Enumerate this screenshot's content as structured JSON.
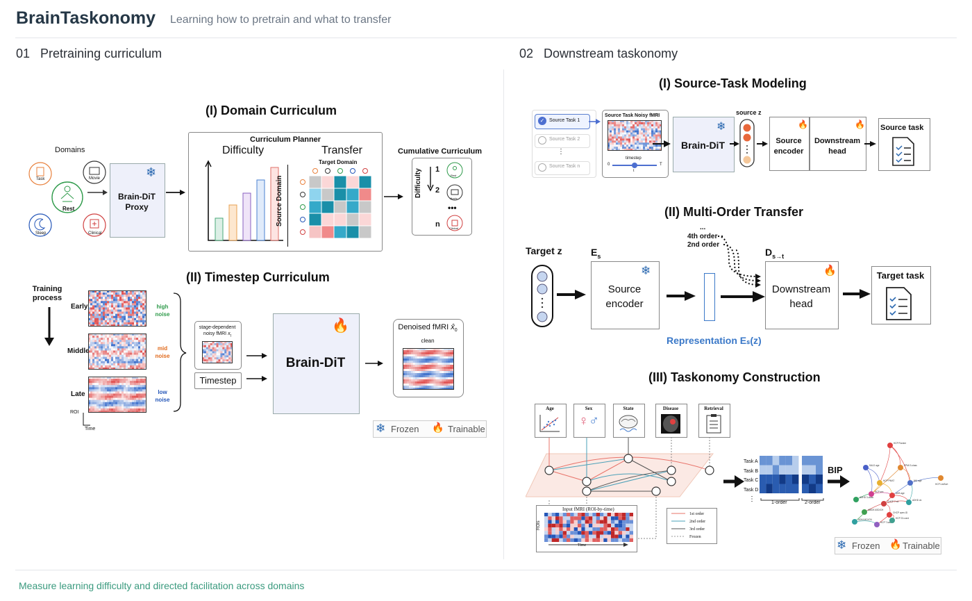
{
  "header": {
    "title": "BrainTaskonomy",
    "subtitle": "Learning how to pretrain and what to transfer"
  },
  "sections": {
    "left": {
      "num": "01",
      "label": "Pretraining curriculum"
    },
    "right": {
      "num": "02",
      "label": "Downstream taskonomy"
    }
  },
  "domain_curriculum": {
    "title": "(I) Domain Curriculum",
    "domains_label": "Domains",
    "domains": [
      "Task",
      "Movie",
      "Rest",
      "Sleep",
      "Clinical"
    ],
    "proxy_label_1": "Brain-DiT",
    "proxy_label_2": "Proxy",
    "planner_title": "Curriculum Planner",
    "difficulty_label": "Difficulty",
    "transfer_label": "Transfer",
    "target_domain_label": "Target Domain",
    "source_domain_label": "Source Domain",
    "cumulative_title": "Cumulative Curriculum",
    "cum_difficulty": "Difficulty",
    "cum_steps": [
      "1",
      "2",
      "n"
    ],
    "cum_dots": "•••",
    "cum_items": [
      "Rest",
      "Movie",
      "Clinical"
    ]
  },
  "timestep_curriculum": {
    "title": "(II) Timestep Curriculum",
    "training_process": "Training process",
    "stages": [
      "Early",
      "Middle",
      "Late"
    ],
    "noise_levels": [
      {
        "line1": "high",
        "line2": "noise",
        "color": "#2e9a4a"
      },
      {
        "line1": "mid",
        "line2": "noise",
        "color": "#e06a1c"
      },
      {
        "line1": "low",
        "line2": "noise",
        "color": "#2456b8"
      }
    ],
    "roi": "ROI",
    "time": "Time",
    "stage_noisy_1": "stage-dependent",
    "stage_noisy_2": "noisy fMRI",
    "stage_noisy_var": "x",
    "stage_noisy_sub": "t",
    "timestep_label": "Timestep",
    "model_label": "Brain-DiT",
    "denoised_label": "Denoised fMRI",
    "denoised_var": "x̂",
    "denoised_sub": "0",
    "clean_label": "clean"
  },
  "legend_left": {
    "frozen": "Frozen",
    "trainable": "Trainable"
  },
  "source_task": {
    "title": "(I) Source-Task Modeling",
    "tasks": [
      "Source Task 1",
      "Source Task 2",
      "Source Task n"
    ],
    "task_dots": "⋮",
    "noisy_label": "Source Task Noisy fMRI",
    "timestep": "timestep",
    "slider_min": "0",
    "slider_max": "T",
    "slider_t": "t",
    "model_label": "Brain-DiT",
    "source_z": "source z",
    "encoder_1": "Source",
    "encoder_2": "encoder",
    "head_1": "Downstream",
    "head_2": "head",
    "output": "Source task"
  },
  "multi_order": {
    "title": "(II) Multi-Order Transfer",
    "target_z": "Target z",
    "es_main": "E",
    "es_sub": "s",
    "dst_main": "D",
    "dst_sub": "s→t",
    "orders": [
      "...",
      "4th order",
      "2nd order"
    ],
    "encoder_1": "Source",
    "encoder_2": "encoder",
    "head_1": "Downstream",
    "head_2": "head",
    "target_task": "Target task",
    "representation": "Representation Eₛ(z)"
  },
  "taskonomy": {
    "title": "(III) Taskonomy Construction",
    "tasks": [
      "Age",
      "Sex",
      "State",
      "Disease",
      "Retrieval"
    ],
    "input_label": "Input fMRI (ROI-by-time)",
    "rois": "ROIs",
    "time": "Time",
    "legend": [
      "1st order",
      "2nd order",
      "3rd order",
      "Frozen"
    ],
    "legend_colors": [
      "#e8736a",
      "#4aa0b8",
      "#555555",
      "#999999"
    ],
    "matrix_rows": [
      "Task A",
      "Task B",
      "Task C",
      "Task D"
    ],
    "matrix_dots": "⋮",
    "col_labels": [
      "1-order",
      "2-order"
    ],
    "bip": "BIP",
    "graph_nodes": [
      "HCP Flanker",
      "SALD age",
      "PPMI 3-class",
      "HCP PMAT",
      "HCP sex",
      "NKI age",
      "HCP ListSort",
      "ADHD 3-class",
      "UKB age",
      "CHCP 7-roi",
      "ADHD dx",
      "ABIDE ASD/CH",
      "ADNI MCI/CN",
      "CHCP open-ID",
      "HCP 7-task",
      "HCP 23-cond"
    ]
  },
  "legend_right": {
    "frozen": "Frozen",
    "trainable": "Trainable"
  },
  "footer": {
    "text": "Measure learning difficulty and directed facilitation across domains"
  }
}
